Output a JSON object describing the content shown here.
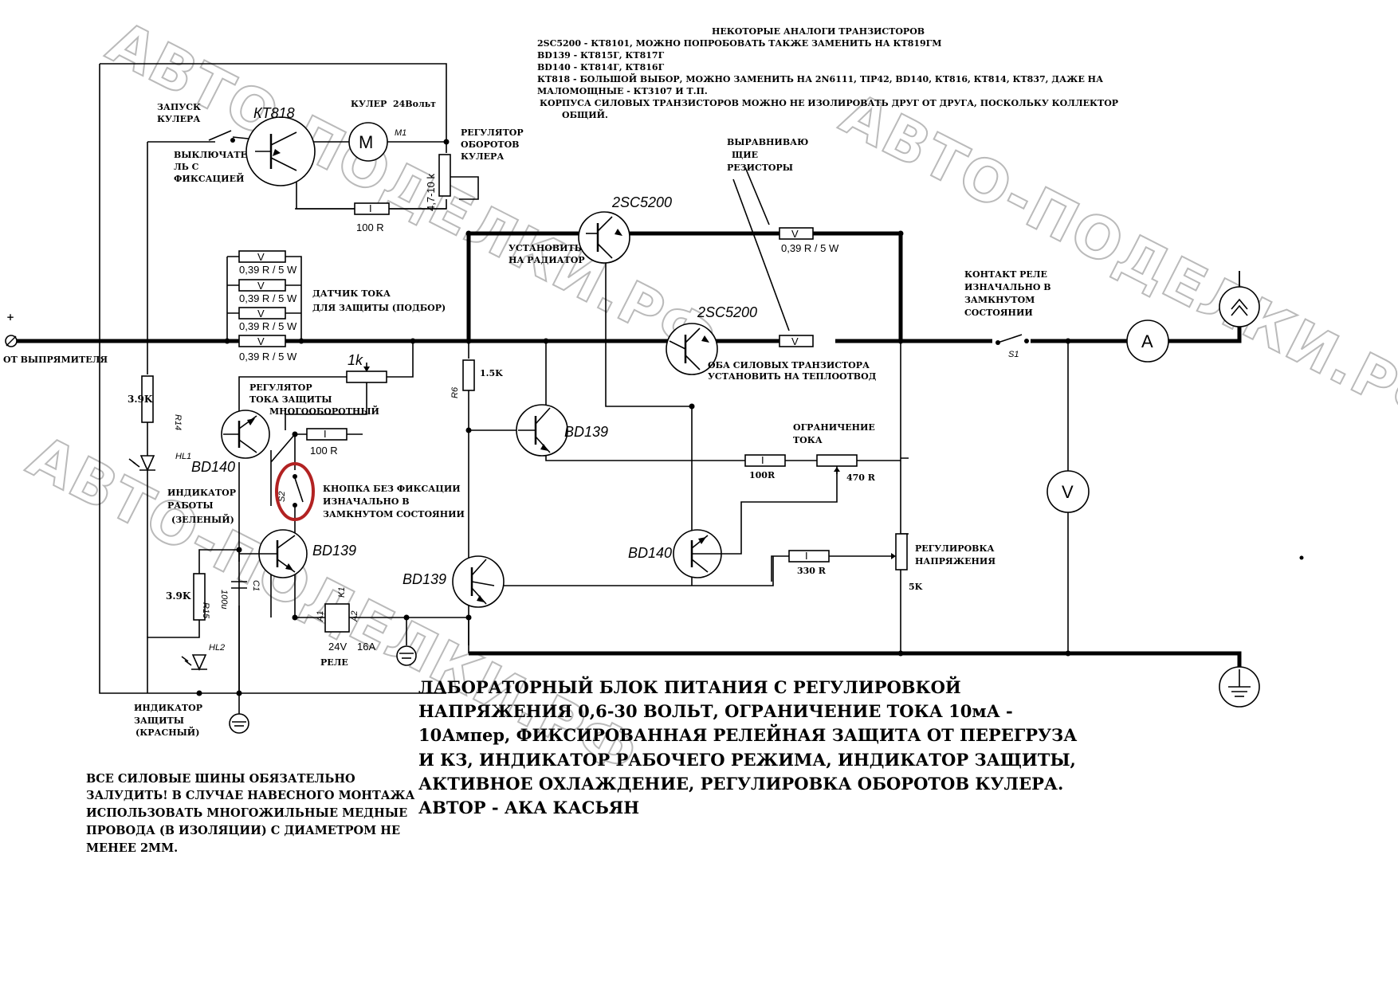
{
  "watermark": "АВТО-ПОДЕЛКИ.РФ",
  "analogs": {
    "title": "НЕКОТОРЫЕ АНАЛОГИ ТРАНЗИСТОРОВ",
    "lines": [
      "2SC5200 - КТ8101, МОЖНО ПОПРОБОВАТЬ ТАКЖЕ ЗАМЕНИТЬ НА КТ819ГМ",
      "BD139 - КТ815Г, КТ817Г",
      "BD140 - КТ814Г, КТ816Г",
      "КТ818 - БОЛЬШОЙ ВЫБОР, МОЖНО ЗАМЕНИТЬ НА 2N6111, TIP42, BD140, КТ816, КТ814, КТ837, ДАЖЕ НА",
      "МАЛОМОЩНЫЕ - КТ3107 И Т.П.",
      "КОРПУСА СИЛОВЫХ ТРАНЗИСТОРОВ МОЖНО НЕ ИЗОЛИРОВАТЬ ДРУГ ОТ ДРУГА, ПОСКОЛЬКУ КОЛЛЕКТОР",
      "ОБЩИЙ."
    ]
  },
  "labels": {
    "plus": "+",
    "from_rectifier": "ОТ ВЫПРЯМИТЕЛЯ",
    "cooler_start": [
      "ЗАПУСК",
      "КУЛЕРА"
    ],
    "switch_latch": [
      "ВЫКЛЮЧАТЕ",
      "ЛЬ С",
      "ФИКСАЦИЕЙ"
    ],
    "cooler": "КУЛЕР",
    "cooler_volt": "24Вольт",
    "motor_ref": "M1",
    "motor_symbol": "M",
    "cooler_speed": [
      "РЕГУЛЯТОР",
      "ОБОРОТОВ",
      "КУЛЕРА"
    ],
    "equalizing": [
      "ВЫРАВНИВАЮ",
      "ЩИЕ",
      "РЕЗИСТОРЫ"
    ],
    "install_radiator": [
      "УСТАНОВИТЬ",
      "НА РАДИАТОР"
    ],
    "current_sensor": [
      "ДАТЧИК ТОКА",
      "ДЛЯ ЗАЩИТЫ  (ПОДБОР)"
    ],
    "both_transistors": [
      "ОБА СИЛОВЫХ ТРАНЗИСТОРА",
      "УСТАНОВИТЬ НА ТЕПЛООТВОД"
    ],
    "relay_contact": [
      "КОНТАКТ РЕЛЕ",
      "ИЗНАЧАЛЬНО В",
      "ЗАМКНУТОМ",
      "СОСТОЯНИИ"
    ],
    "protection_reg": [
      "РЕГУЛЯТОР",
      "ТОКА ЗАЩИТЫ",
      "МНОГООБОРОТНЫЙ"
    ],
    "button": [
      "КНОПКА БЕЗ ФИКСАЦИИ",
      "ИЗНАЧАЛЬНО В",
      "ЗАМКНУТОМ СОСТОЯНИИ"
    ],
    "work_indicator": [
      "ИНДИКАТОР",
      "РАБОТЫ",
      "(ЗЕЛЕНЫЙ)"
    ],
    "protect_indicator": [
      "ИНДИКАТОР",
      "ЗАЩИТЫ",
      "(КРАСНЫЙ)"
    ],
    "current_limit": [
      "ОГРАНИЧЕНИЕ",
      "ТОКА"
    ],
    "voltage_reg": [
      "РЕГУЛИРОВКА",
      "НАПРЯЖЕНИЯ"
    ],
    "relay": "РЕЛЕ",
    "relay_volt": "24V",
    "relay_amp": "16A"
  },
  "components": {
    "kt818": "КТ818",
    "q_top": "2SC5200",
    "q_mid": "2SC5200",
    "bd140_left": "BD140",
    "bd139_mid": "BD139",
    "bd139_left": "BD139",
    "bd139_bottom": "BD139",
    "bd140_right": "BD140",
    "r_sense": "0,39 R / 5 W",
    "r_eq": "0,39 R / 5 W",
    "r_100_top": "100 R",
    "pot_cooler": "4,7-10 k",
    "pot_1k": "1k",
    "r_100_left": "100 R",
    "r_1_5k": "1.5K",
    "r6": "R6",
    "r_3_9k_a": "3.9K",
    "r14": "R14",
    "r_3_9k_b": "3.9K",
    "r15": "R15",
    "c1": "C1",
    "c1_val": "100u",
    "hl1": "HL1",
    "hl2": "HL2",
    "s1": "S1",
    "s2": "S2",
    "k1": "K1",
    "a1": "A1",
    "a2": "A2",
    "r_100_mid": "100R",
    "pot_470": "470 R",
    "r_330": "330 R",
    "pot_5k": "5K",
    "ammeter": "A",
    "voltmeter": "V",
    "res_mark": "I",
    "fuse_mark": "V"
  },
  "title_block": [
    "ЛАБОРАТОРНЫЙ БЛОК ПИТАНИЯ С РЕГУЛИРОВКОЙ",
    "НАПРЯЖЕНИЯ 0,6-30 ВОЛЬТ, ОГРАНИЧЕНИЕ ТОКА 10мА -",
    "10Ампер, ФИКСИРОВАННАЯ РЕЛЕЙНАЯ ЗАЩИТА ОТ ПЕРЕГРУЗА",
    "И КЗ, ИНДИКАТОР РАБОЧЕГО РЕЖИМА, ИНДИКАТОР ЗАЩИТЫ,",
    "АКТИВНОЕ ОХЛАЖДЕНИЕ, РЕГУЛИРОВКА ОБОРОТОВ КУЛЕРА.",
    "АВТОР - АКА КАСЬЯН"
  ],
  "note_block": [
    "ВСЕ СИЛОВЫЕ ШИНЫ ОБЯЗАТЕЛЬНО",
    "ЗАЛУДИТЬ! В СЛУЧАЕ НАВЕСНОГО МОНТАЖА",
    "ИСПОЛЬЗОВАТЬ МНОГОЖИЛЬНЫЕ МЕДНЫЕ",
    "ПРОВОДА (В ИЗОЛЯЦИИ) С ДИАМЕТРОМ НЕ",
    "МЕНЕЕ 2ММ."
  ],
  "highlight_color": "#b22222"
}
